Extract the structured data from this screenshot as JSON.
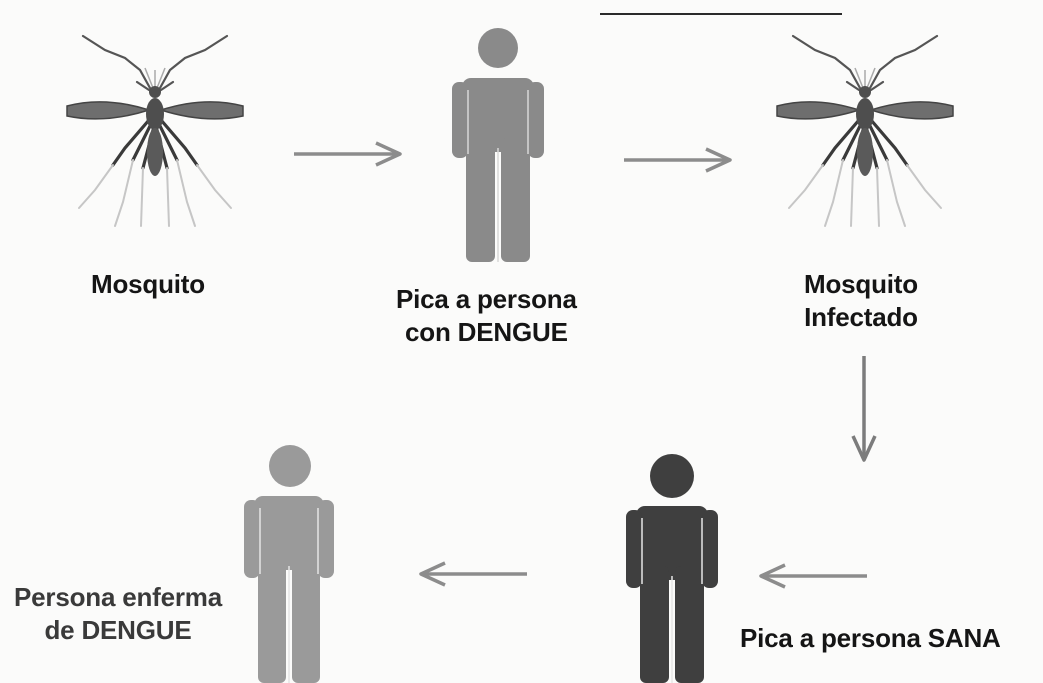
{
  "diagram": {
    "steps": [
      {
        "id": "mosquito",
        "lines": [
          "Mosquito"
        ]
      },
      {
        "id": "bites-infected",
        "lines": [
          "Pica a persona",
          "con DENGUE"
        ]
      },
      {
        "id": "infected-mosquito",
        "lines": [
          "Mosquito",
          "Infectado"
        ]
      },
      {
        "id": "bites-healthy",
        "lines": [
          "Pica a persona SANA"
        ]
      },
      {
        "id": "sick-person",
        "lines": [
          "Persona enferma",
          "de DENGUE"
        ]
      }
    ],
    "colors": {
      "person_gray": "#8a8a8a",
      "person_dark": "#3f3f3f",
      "person_light": "#9a9a9a",
      "mosquito_body": "#4e4e4e",
      "mosquito_wing": "#6e6e6e",
      "arrow": "#8c8c8c"
    },
    "icons": [
      "mosquito-icon",
      "person-icon",
      "arrow-right-icon",
      "arrow-down-icon",
      "arrow-left-icon"
    ]
  }
}
